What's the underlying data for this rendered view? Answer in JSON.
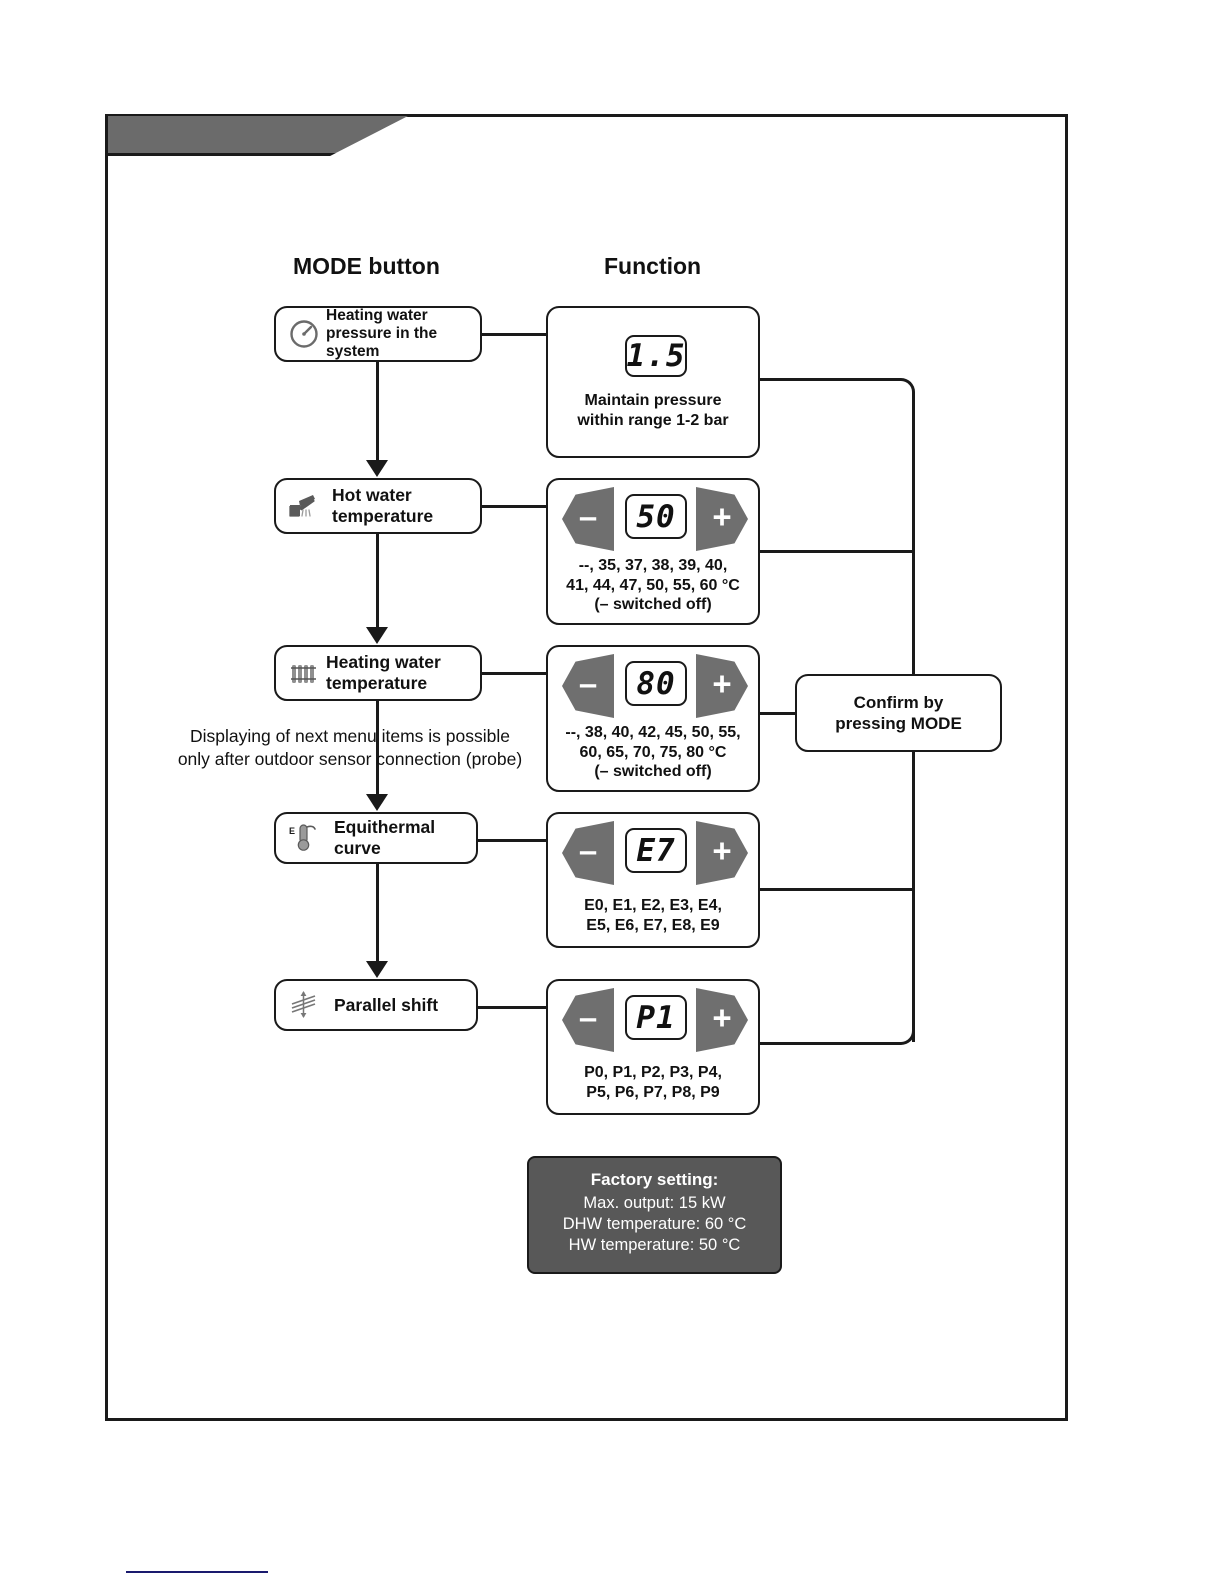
{
  "page": {
    "header_banner": "",
    "columns": {
      "mode_button": "MODE button",
      "function": "Function"
    },
    "note": "Displaying of next menu items is possible\nonly after outdoor sensor connection (probe)"
  },
  "menu_items": [
    {
      "id": "heating-water-pressure",
      "icon": "pressure-gauge-icon",
      "label": "Heating water\npressure in the system"
    },
    {
      "id": "hot-water-temperature",
      "icon": "faucet-icon",
      "label": "Hot water\ntemperature"
    },
    {
      "id": "heating-water-temperature",
      "icon": "radiator-icon",
      "label": "Heating water\ntemperature"
    },
    {
      "id": "equithermal-curve",
      "icon": "thermometer-e-icon",
      "label": "Equithermal\ncurve"
    },
    {
      "id": "parallel-shift",
      "icon": "parallel-shift-icon",
      "label": "Parallel shift"
    }
  ],
  "function_boxes": [
    {
      "id": "pressure-function",
      "display": "1.5",
      "has_paddles": false,
      "minus_label": "",
      "plus_label": "",
      "caption": "Maintain pressure\nwithin range 1-2 bar"
    },
    {
      "id": "hot-water-function",
      "display": "50",
      "has_paddles": true,
      "minus_label": "–",
      "plus_label": "+",
      "caption": "--,  35,  37,  38,  39,  40,\n41,  44,  47,  50,  55,  60 °C\n(– switched off)"
    },
    {
      "id": "heating-water-function",
      "display": "80",
      "has_paddles": true,
      "minus_label": "–",
      "plus_label": "+",
      "caption": "--, 38, 40, 42, 45, 50, 55,\n60, 65, 70, 75, 80 °C\n(– switched off)"
    },
    {
      "id": "equithermal-function",
      "display": "E7",
      "has_paddles": true,
      "minus_label": "–",
      "plus_label": "+",
      "caption": "E0, E1, E2, E3, E4,\nE5, E6, E7, E8, E9"
    },
    {
      "id": "parallel-shift-function",
      "display": "P1",
      "has_paddles": true,
      "minus_label": "–",
      "plus_label": "+",
      "caption": "P0, P1, P2, P3, P4,\nP5, P6, P7, P8, P9"
    }
  ],
  "confirm": {
    "text": "Confirm by\npressing MODE"
  },
  "factory": {
    "title": "Factory setting:",
    "lines": "Max. output: 15 kW\nDHW temperature:  60 °C\nHW temperature: 50 °C"
  },
  "colors": {
    "line": "#1a1a1a",
    "paddle_gray": "#6f6f6f",
    "banner_gray": "#6b6b6b",
    "factory_gray": "#585858",
    "blue_rule": "#1a1a6e"
  }
}
